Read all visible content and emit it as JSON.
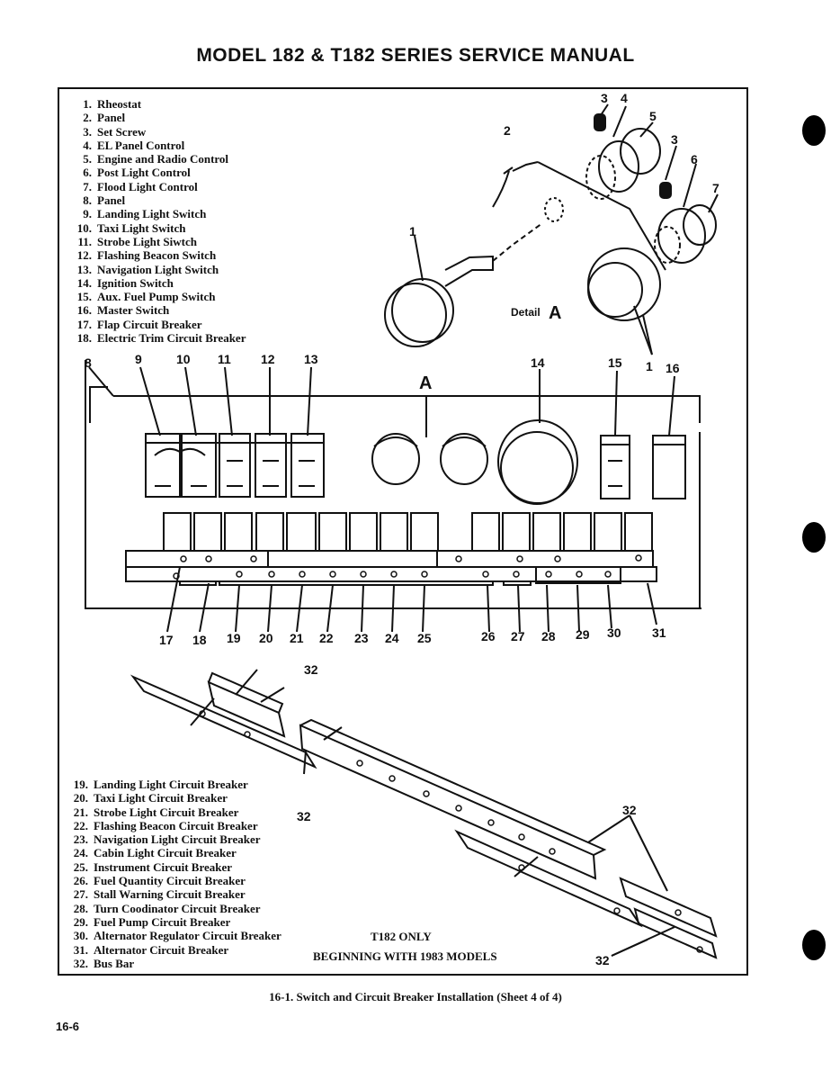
{
  "header": {
    "title": "MODEL 182 & T182 SERIES SERVICE MANUAL"
  },
  "legend_top": [
    {
      "num": "1.",
      "text": "Rheostat"
    },
    {
      "num": "2.",
      "text": "Panel"
    },
    {
      "num": "3.",
      "text": "Set Screw"
    },
    {
      "num": "4.",
      "text": "EL Panel Control"
    },
    {
      "num": "5.",
      "text": "Engine and Radio Control"
    },
    {
      "num": "6.",
      "text": "Post Light Control"
    },
    {
      "num": "7.",
      "text": "Flood Light Control"
    },
    {
      "num": "8.",
      "text": "Panel"
    },
    {
      "num": "9.",
      "text": "Landing Light Switch"
    },
    {
      "num": "10.",
      "text": "Taxi Light Switch"
    },
    {
      "num": "11.",
      "text": "Strobe Light Siwtch"
    },
    {
      "num": "12.",
      "text": "Flashing Beacon Switch"
    },
    {
      "num": "13.",
      "text": "Navigation Light Switch"
    },
    {
      "num": "14.",
      "text": "Ignition Switch"
    },
    {
      "num": "15.",
      "text": "Aux. Fuel Pump Switch"
    },
    {
      "num": "16.",
      "text": "Master Switch"
    },
    {
      "num": "17.",
      "text": "Flap Circuit Breaker"
    },
    {
      "num": "18.",
      "text": "Electric Trim Circuit Breaker"
    }
  ],
  "legend_bottom": [
    {
      "num": "19.",
      "text": "Landing Light Circuit Breaker"
    },
    {
      "num": "20.",
      "text": "Taxi Light Circuit Breaker"
    },
    {
      "num": "21.",
      "text": "Strobe Light Circuit Breaker"
    },
    {
      "num": "22.",
      "text": "Flashing Beacon Circuit Breaker"
    },
    {
      "num": "23.",
      "text": "Navigation Light Circuit Breaker"
    },
    {
      "num": "24.",
      "text": "Cabin Light Circuit Breaker"
    },
    {
      "num": "25.",
      "text": "Instrument Circuit Breaker"
    },
    {
      "num": "26.",
      "text": "Fuel Quantity Circuit Breaker"
    },
    {
      "num": "27.",
      "text": "Stall Warning Circuit Breaker"
    },
    {
      "num": "28.",
      "text": "Turn Coodinator Circuit Breaker"
    },
    {
      "num": "29.",
      "text": "Fuel Pump Circuit Breaker"
    },
    {
      "num": "30.",
      "text": "Alternator Regulator Circuit Breaker"
    },
    {
      "num": "31.",
      "text": "Alternator Circuit Breaker"
    },
    {
      "num": "32.",
      "text": "Bus Bar"
    }
  ],
  "figure": {
    "detail_label": "Detail",
    "detail_letter": "A",
    "view_letter": "A",
    "callouts_top": [
      "3",
      "4",
      "5",
      "2",
      "3",
      "6",
      "7",
      "1",
      "1",
      "16"
    ],
    "callouts_row": [
      "8",
      "9",
      "10",
      "11",
      "12",
      "13",
      "14",
      "15"
    ],
    "callouts_bottom": [
      "17",
      "18",
      "19",
      "20",
      "21",
      "22",
      "23",
      "24",
      "25",
      "26",
      "27",
      "28",
      "29",
      "30",
      "31"
    ],
    "callouts_busbar": [
      "32",
      "32",
      "32",
      "32"
    ],
    "note_t182": "T182 ONLY",
    "note_models": "BEGINNING WITH 1983 MODELS"
  },
  "caption": "16-1.  Switch and Circuit Breaker Installation (Sheet 4 of 4)",
  "page_number": "16-6"
}
